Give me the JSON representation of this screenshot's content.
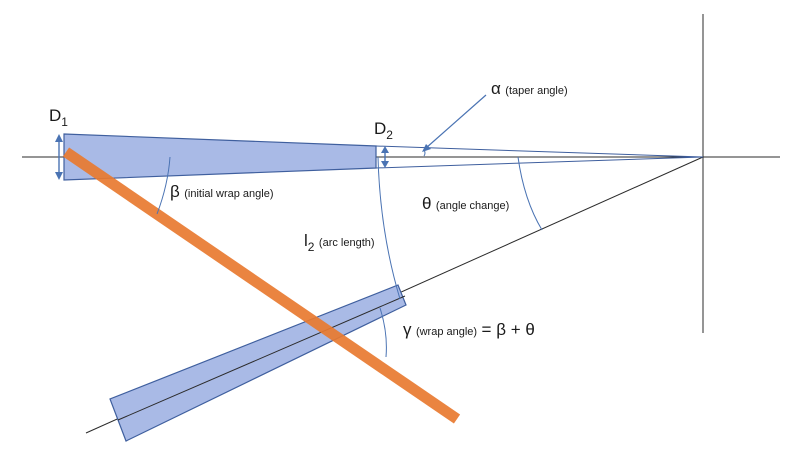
{
  "labels": {
    "d1_symbol": "D",
    "d1_sub": "1",
    "d2_symbol": "D",
    "d2_sub": "2",
    "alpha_symbol": "α",
    "alpha_desc": "(taper angle)",
    "beta_symbol": "β",
    "beta_desc": "(initial wrap angle)",
    "theta_symbol": "θ",
    "theta_desc": "(angle change)",
    "l2_symbol": "l",
    "l2_sub": "2",
    "l2_desc": "(arc length)",
    "gamma_symbol": "γ",
    "gamma_desc": "(wrap angle)",
    "gamma_formula": "= β + θ"
  },
  "colors": {
    "taper_fill": "#a9bae6",
    "taper_stroke": "#3f5f9e",
    "orange_bar": "#e87a30",
    "dimension": "#4a73b3",
    "line": "#2b2b2b"
  }
}
